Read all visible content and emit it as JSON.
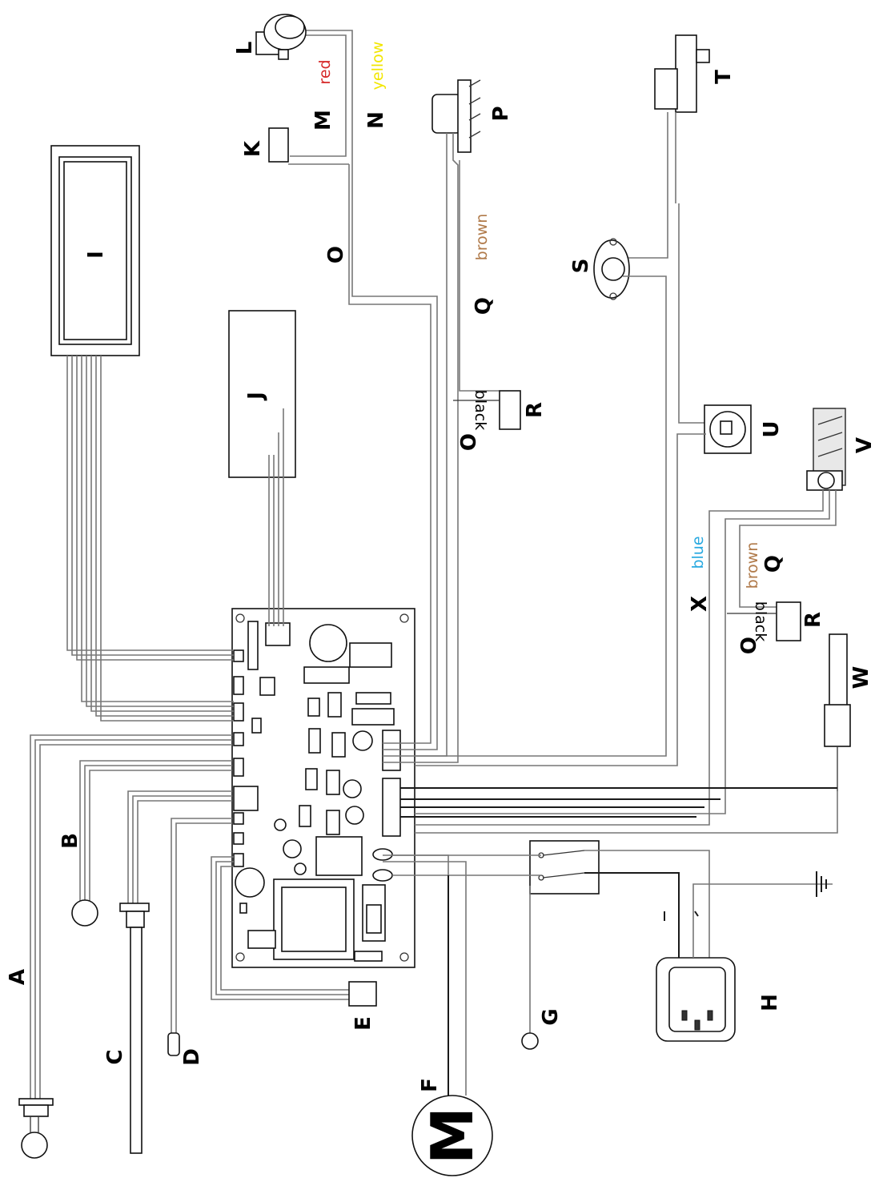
{
  "labels": {
    "A": "A",
    "B": "B",
    "C": "C",
    "D": "D",
    "E": "E",
    "F": "F",
    "G": "G",
    "H": "H",
    "I": "I",
    "J": "J",
    "K": "K",
    "L": "L",
    "M": "M",
    "N": "N",
    "O1": "O",
    "O2": "O",
    "O3": "O",
    "P": "P",
    "Q1": "Q",
    "Q2": "Q",
    "R1": "R",
    "R2": "R",
    "S": "S",
    "T": "T",
    "U": "U",
    "V": "V",
    "W": "W",
    "X": "X"
  },
  "wire_colors": {
    "red": "red",
    "yellow": "yellow",
    "brown1": "brown",
    "black1": "black",
    "blue": "blue",
    "brown2": "brown",
    "black2": "black"
  },
  "colors": {
    "red": "#d62828",
    "yellow": "#f2e600",
    "brown": "#b07a4a",
    "blue": "#29a9e0",
    "black": "#000000"
  },
  "motor_symbol": "M",
  "ground_symbol": "ground-icon"
}
